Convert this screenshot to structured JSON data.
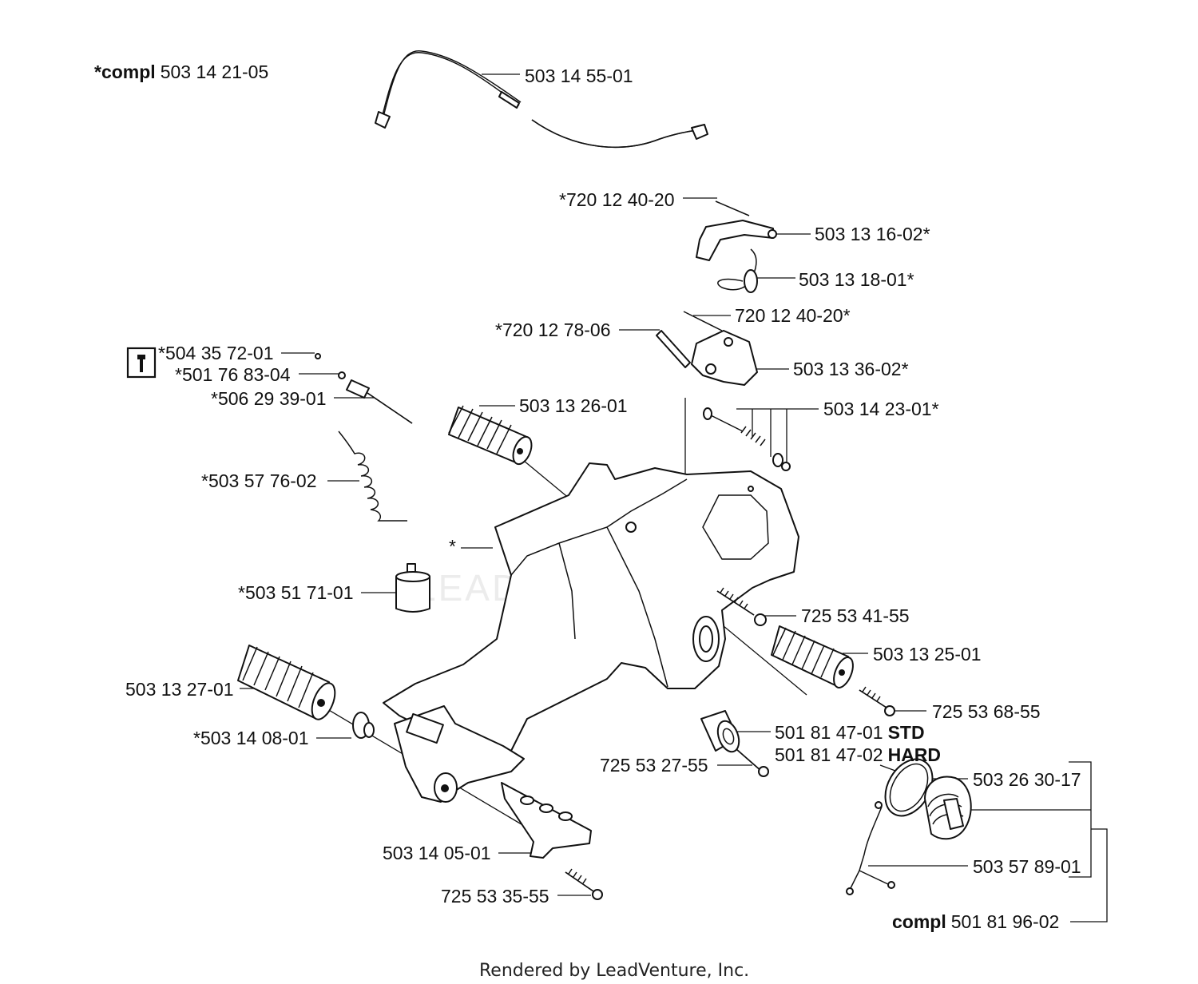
{
  "footer": "Rendered by LeadVenture, Inc.",
  "watermark": "LEADVENTURE",
  "compl_header": {
    "prefix": "*compl",
    "number": "503 14 21-05"
  },
  "compl_footer": {
    "prefix": "compl",
    "number": "501 81 96-02"
  },
  "icons": {
    "service_tool": "wrench-icon"
  },
  "labels": {
    "l_503145501": "503 14 55-01",
    "l_720124020a": "*720 12 40-20",
    "l_503131602": "503 13 16-02*",
    "l_503131801": "503 13 18-01*",
    "l_720124020b": "720 12 40-20*",
    "l_720127806": "*720 12 78-06",
    "l_503133602": "503 13 36-02*",
    "l_504357201": "*504 35 72-01",
    "l_501768304": "*501 76 83-04",
    "l_506293901": "*506 29 39-01",
    "l_503132601": "503 13 26-01",
    "l_503142301": "503 14 23-01*",
    "l_503577602": "*503 57 76-02",
    "l_star": "*",
    "l_503517101": "*503 51 71-01",
    "l_725534155": "725 53 41-55",
    "l_503132501": "503 13 25-01",
    "l_503132701": "503 13 27-01",
    "l_725536855": "725 53 68-55",
    "l_503140801": "*503 14 08-01",
    "l_725532755": "725 53 27-55",
    "l_503263017": "503 26 30-17",
    "l_503140501": "503 14 05-01",
    "l_503578901": "503 57 89-01",
    "l_725533555": "725 53 35-55"
  },
  "buffer_options": [
    {
      "number": "501 81 47-01",
      "tag": "STD"
    },
    {
      "number": "501 81 47-02",
      "tag": "HARD"
    }
  ]
}
